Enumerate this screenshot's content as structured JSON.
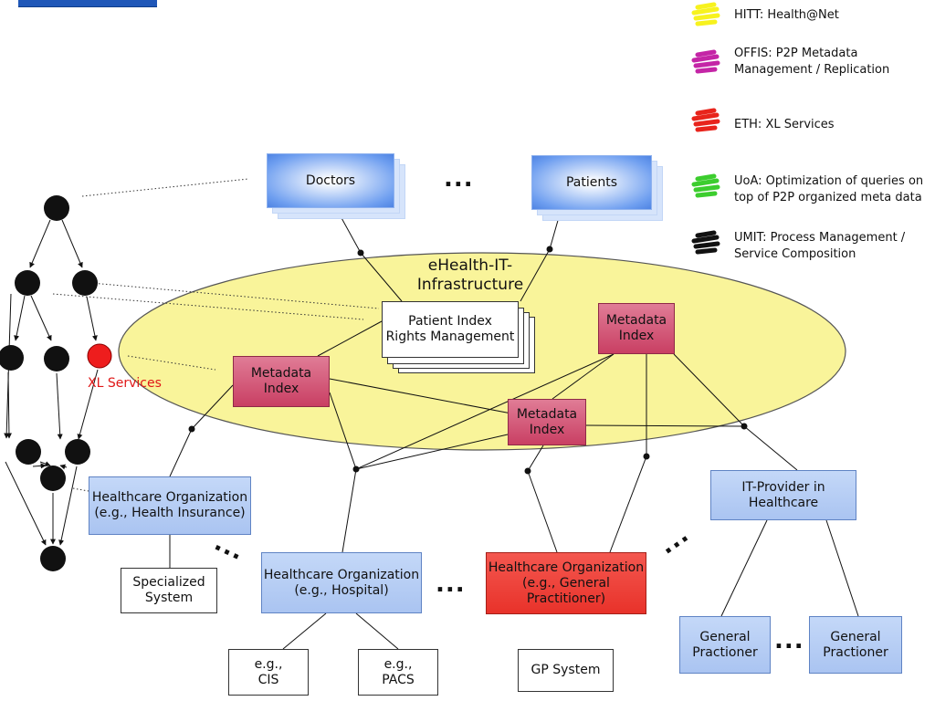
{
  "colors": {
    "ellipse_fill": "#f9f49a",
    "hitt": "#f7f21e",
    "offis": "#c425a6",
    "eth": "#e8241c",
    "uoa": "#3ccd2e",
    "umit": "#111111",
    "metadata_fill": "#d2587a",
    "org_fill": "#b3cdf5",
    "gp_org_fill": "#ee3f37"
  },
  "legend": [
    {
      "icon": "yellow-scribble-icon",
      "color": "#f7f21e",
      "text": "HITT: Health@Net"
    },
    {
      "icon": "magenta-scribble-icon",
      "color": "#c425a6",
      "text": "OFFIS: P2P Metadata\nManagement / Replication"
    },
    {
      "icon": "red-scribble-icon",
      "color": "#e8241c",
      "text": "ETH: XL Services"
    },
    {
      "icon": "green-scribble-icon",
      "color": "#3ccd2e",
      "text": "UoA: Optimization of queries on\ntop of P2P organized meta data"
    },
    {
      "icon": "black-scribble-icon",
      "color": "#111111",
      "text": "UMIT: Process Management /\nService Composition"
    }
  ],
  "infrastructure": {
    "title": "eHealth-IT-\nInfrastructure",
    "patient_index": "Patient Index\nRights Management",
    "metadata_index": [
      "Metadata\nIndex",
      "Metadata\nIndex",
      "Metadata\nIndex"
    ]
  },
  "roles": {
    "doctors": "Doctors",
    "patients": "Patients"
  },
  "organizations": {
    "health_insurance": "Healthcare Organization\n(e.g., Health Insurance)",
    "hospital": "Healthcare Organization\n(e.g., Hospital)",
    "general_practitioner": "Healthcare Organization\n(e.g., General\nPractitioner)",
    "it_provider": "IT-Provider in\nHealthcare"
  },
  "systems": {
    "specialized": "Specialized\nSystem",
    "cis": "e.g.,\nCIS",
    "pacs": "e.g.,\nPACS",
    "gp_system": "GP System",
    "general_practioner": [
      "General\nPractioner",
      "General\nPractioner"
    ]
  },
  "process": {
    "xl_services": "XL Services"
  },
  "ellipses": {
    "dots": "..."
  }
}
